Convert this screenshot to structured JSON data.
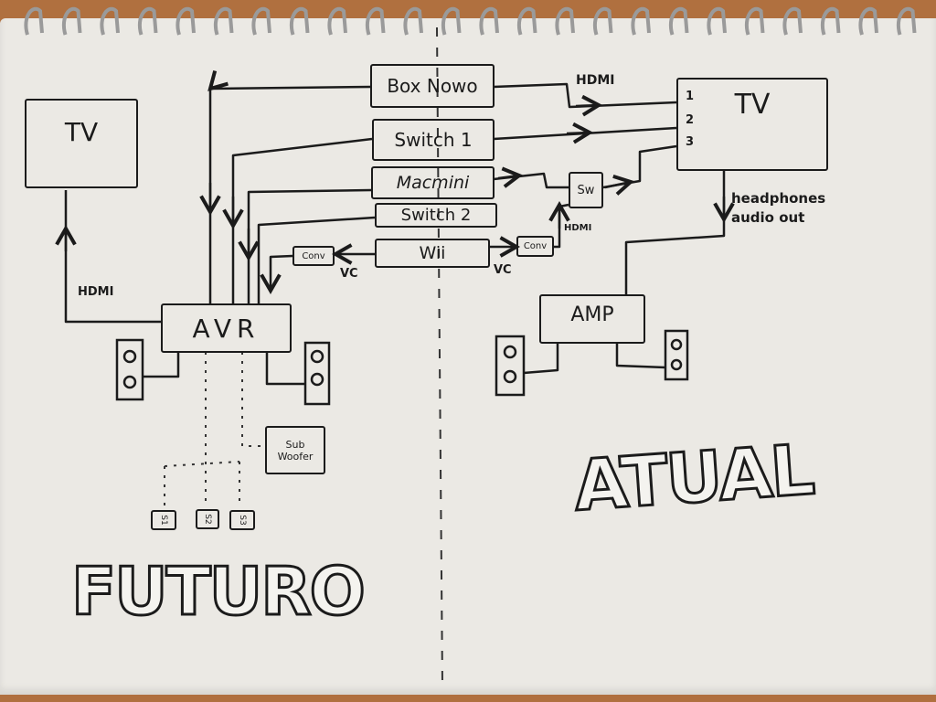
{
  "sections": {
    "left_title": "FUTURO",
    "right_title": "ATUAL"
  },
  "futuro": {
    "tv": "TV",
    "hdmi": "HDMI",
    "avr": "AVR",
    "subwoofer": "Sub Woofer",
    "surround": [
      "S1",
      "S2",
      "S3"
    ],
    "conv": "Conv",
    "vc": "VC"
  },
  "sources": [
    "Box Nowo",
    "Switch 1",
    "Macmini",
    "Switch 2",
    "Wii"
  ],
  "atual": {
    "tv": "TV",
    "ports": [
      "1",
      "2",
      "3"
    ],
    "hdmi_top": "HDMI",
    "hdmi_mid": "HDMI",
    "sw": "Sw",
    "conv": "Conv",
    "vc": "VC",
    "audio_out": "headphones audio out",
    "amp": "AMP"
  },
  "colors": {
    "ink": "#1b1b1b",
    "paper": "#ebe9e4",
    "table": "#b0703f"
  }
}
